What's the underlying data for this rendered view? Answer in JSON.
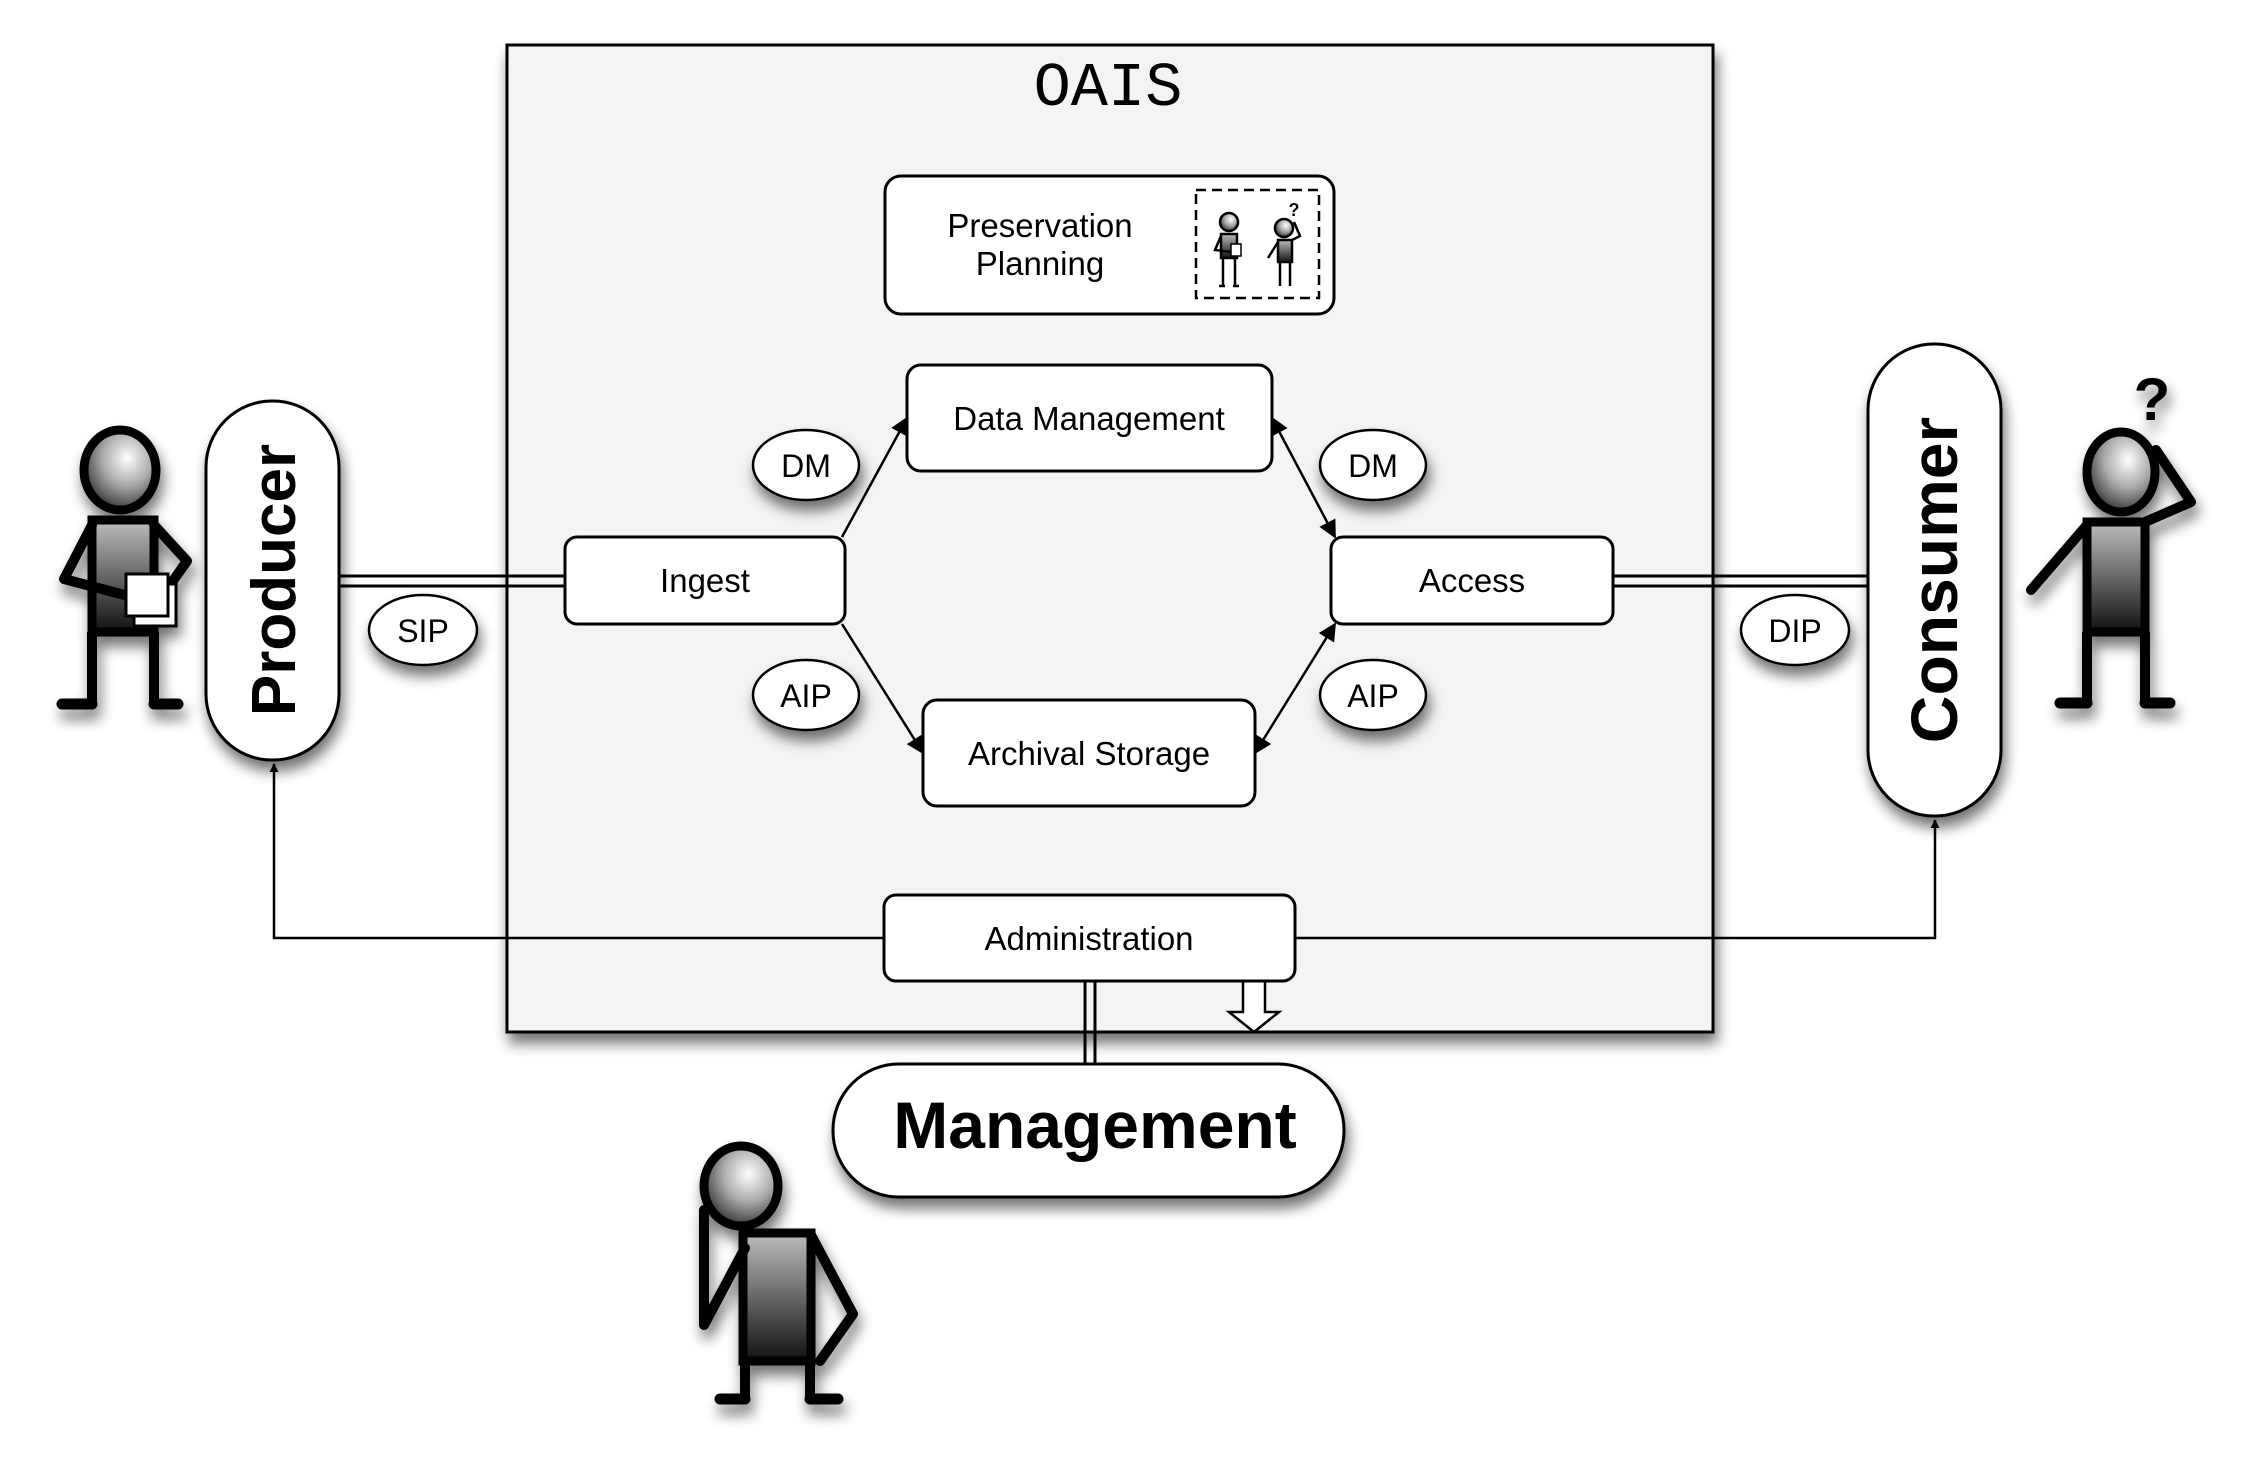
{
  "diagram": {
    "title": "OAIS",
    "components": {
      "preservation_planning": [
        "Preservation",
        "Planning"
      ],
      "data_management": "Data Management",
      "ingest": "Ingest",
      "access": "Access",
      "archival_storage": "Archival Storage",
      "administration": "Administration"
    },
    "actors": {
      "producer": "Producer",
      "consumer": "Consumer",
      "management": "Management"
    },
    "flow_labels": {
      "sip": "SIP",
      "dip": "DIP",
      "dm_left": "DM",
      "dm_right": "DM",
      "aip_left": "AIP",
      "aip_right": "AIP"
    },
    "question_mark": "?",
    "colors": {
      "background": "#ffffff",
      "oais_box": "#f4f4f4",
      "stroke": "#000000"
    }
  }
}
